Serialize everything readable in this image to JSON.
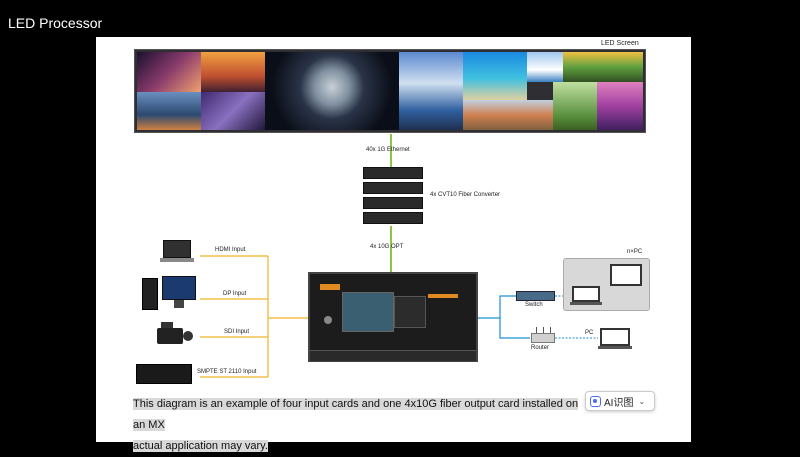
{
  "window": {
    "title": "LED Processor"
  },
  "diagram": {
    "led_screen_label": "LED Screen",
    "ethernet_label": "40x 1G Ethernet",
    "fiber_converter_label": "4x CVT10 Fiber Converter",
    "opt_label": "4x 10G OPT",
    "inputs": [
      {
        "label": "HDMI Input"
      },
      {
        "label": "DP Input"
      },
      {
        "label": "SDI Input"
      },
      {
        "label": "SMPTE ST 2110 Input"
      }
    ],
    "switch_label": "Switch",
    "router_label": "Router",
    "pc_label": "PC",
    "npc_label": "n×PC",
    "colors": {
      "input_line": "#f0b429",
      "opt_line": "#8dc63f",
      "network_line": "#1e8fd5"
    }
  },
  "caption": {
    "line1": "This diagram is an example of four input cards and one 4x10G fiber output card installed on an MX",
    "line2": "actual application may vary."
  },
  "ai_button": {
    "label": "AI识图"
  }
}
